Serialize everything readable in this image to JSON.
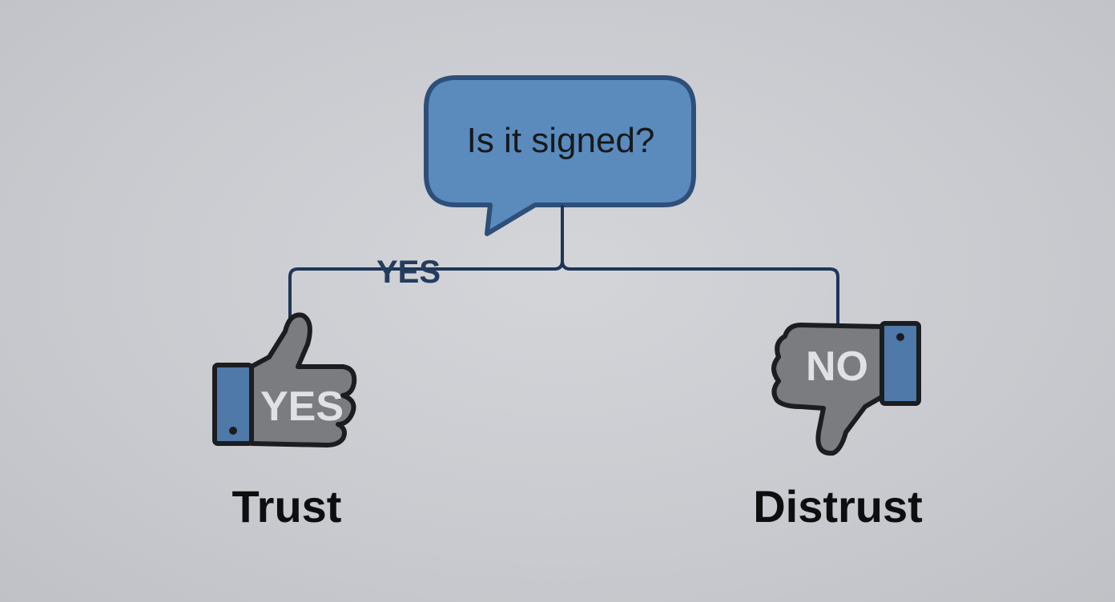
{
  "question": {
    "text": "Is it signed?"
  },
  "branches": {
    "yes_label": "YES",
    "left": {
      "icon": "thumbs-up-icon",
      "badge": "YES",
      "outcome": "Trust"
    },
    "right": {
      "icon": "thumbs-down-icon",
      "badge": "NO",
      "outcome": "Distrust"
    }
  },
  "colors": {
    "background": "#c9cbcf",
    "bubble_fill": "#5b8bbd",
    "bubble_stroke": "#2d4f78",
    "connector": "#1e3557",
    "thumb_fill": "#7a7c80",
    "cuff_fill": "#4f79a8",
    "outline": "#1c1d20"
  }
}
